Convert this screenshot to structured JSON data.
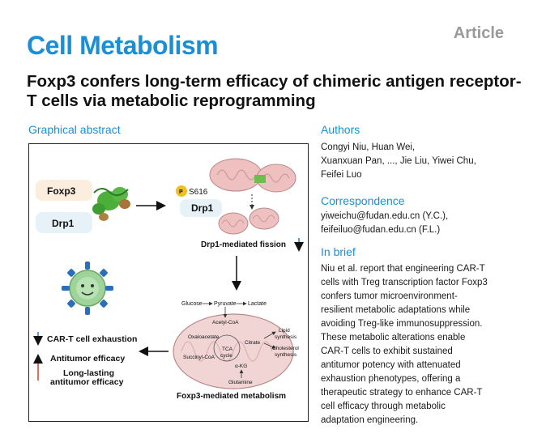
{
  "journal": "Cell Metabolism",
  "article_type": "Article",
  "title": "Foxp3 confers long-term efficacy of chimeric antigen receptor-T cells via metabolic reprogramming",
  "graphical_abstract": {
    "heading": "Graphical abstract",
    "foxp3": "Foxp3",
    "drp1_left": "Drp1",
    "p_badge": "P",
    "s616": "S616",
    "drp1_right": "Drp1",
    "fission": "Drp1-mediated fission",
    "glucose": "Glucose",
    "pyruvate": "Pyruvate",
    "lactate": "Lactate",
    "acetyl_coa": "Acetyl-CoA",
    "oxaloacetate": "Oxaloacetate",
    "citrate": "Citrate",
    "tca": "TCA",
    "cycle": "cycle",
    "succinyl_coa": "Succinyl-CoA",
    "akg": "α-KG",
    "glutamine": "Glutamine",
    "lipid": "Lipid",
    "synthesis1": "synthesis",
    "cholesterol": "Cholesterol",
    "synthesis2": "synthesis",
    "metabolism_label": "Foxp3-mediated metabolism",
    "exhaustion": "CAR-T cell exhaustion",
    "antitumor": "Antitumor efficacy",
    "long_lasting1": "Long-lasting",
    "long_lasting2": "antitumor efficacy",
    "colors": {
      "foxp3": "#f0a830",
      "drp1": "#3a9a5a",
      "protein": "#4caf3a",
      "mito": "#e8b4b4",
      "down_arrow": "#2b7bd8",
      "up_arrow": "#d83a2b"
    }
  },
  "authors": {
    "heading": "Authors",
    "line1": "Congyi Niu, Huan Wei,",
    "line2": "Xuanxuan Pan, ..., Jie Liu, Yiwei Chu,",
    "line3": "Feifei Luo"
  },
  "correspondence": {
    "heading": "Correspondence",
    "line1": "yiweichu@fudan.edu.cn (Y.C.),",
    "line2": "feifeiluo@fudan.edu.cn (F.L.)"
  },
  "in_brief": {
    "heading": "In brief",
    "lines": [
      "Niu et al. report that engineering CAR-T",
      "cells with Treg transcription factor Foxp3",
      "confers tumor microenvironment-",
      "resilient metabolic adaptations while",
      "avoiding Treg-like immunosuppression.",
      "These metabolic alterations enable",
      "CAR-T cells to exhibit sustained",
      "antitumor potency with attenuated",
      "exhaustion phenotypes, offering a",
      "therapeutic strategy to enhance CAR-T",
      "cell efficacy through metabolic",
      "adaptation engineering."
    ]
  }
}
